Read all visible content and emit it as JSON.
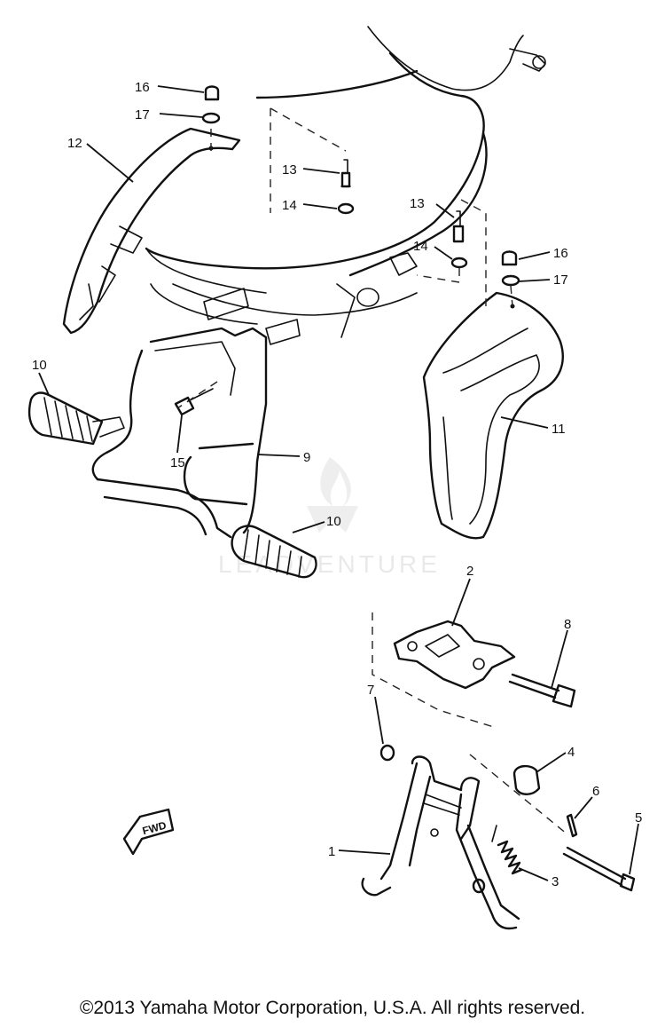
{
  "diagram": {
    "callouts": [
      {
        "id": "c16a",
        "label": "16"
      },
      {
        "id": "c17a",
        "label": "17"
      },
      {
        "id": "c12",
        "label": "12"
      },
      {
        "id": "c13a",
        "label": "13"
      },
      {
        "id": "c14a",
        "label": "14"
      },
      {
        "id": "c13b",
        "label": "13"
      },
      {
        "id": "c14b",
        "label": "14"
      },
      {
        "id": "c16b",
        "label": "16"
      },
      {
        "id": "c17b",
        "label": "17"
      },
      {
        "id": "c11",
        "label": "11"
      },
      {
        "id": "c10a",
        "label": "10"
      },
      {
        "id": "c9",
        "label": "9"
      },
      {
        "id": "c15",
        "label": "15"
      },
      {
        "id": "c10b",
        "label": "10"
      },
      {
        "id": "c2",
        "label": "2"
      },
      {
        "id": "c8",
        "label": "8"
      },
      {
        "id": "c7",
        "label": "7"
      },
      {
        "id": "c4",
        "label": "4"
      },
      {
        "id": "c6",
        "label": "6"
      },
      {
        "id": "c5",
        "label": "5"
      },
      {
        "id": "c1",
        "label": "1"
      },
      {
        "id": "c3",
        "label": "3"
      }
    ],
    "fwd_label": "FWD",
    "watermark": "LEADVENTURE"
  },
  "footer": {
    "copyright": "©2013 Yamaha Motor Corporation, U.S.A. All rights reserved."
  }
}
